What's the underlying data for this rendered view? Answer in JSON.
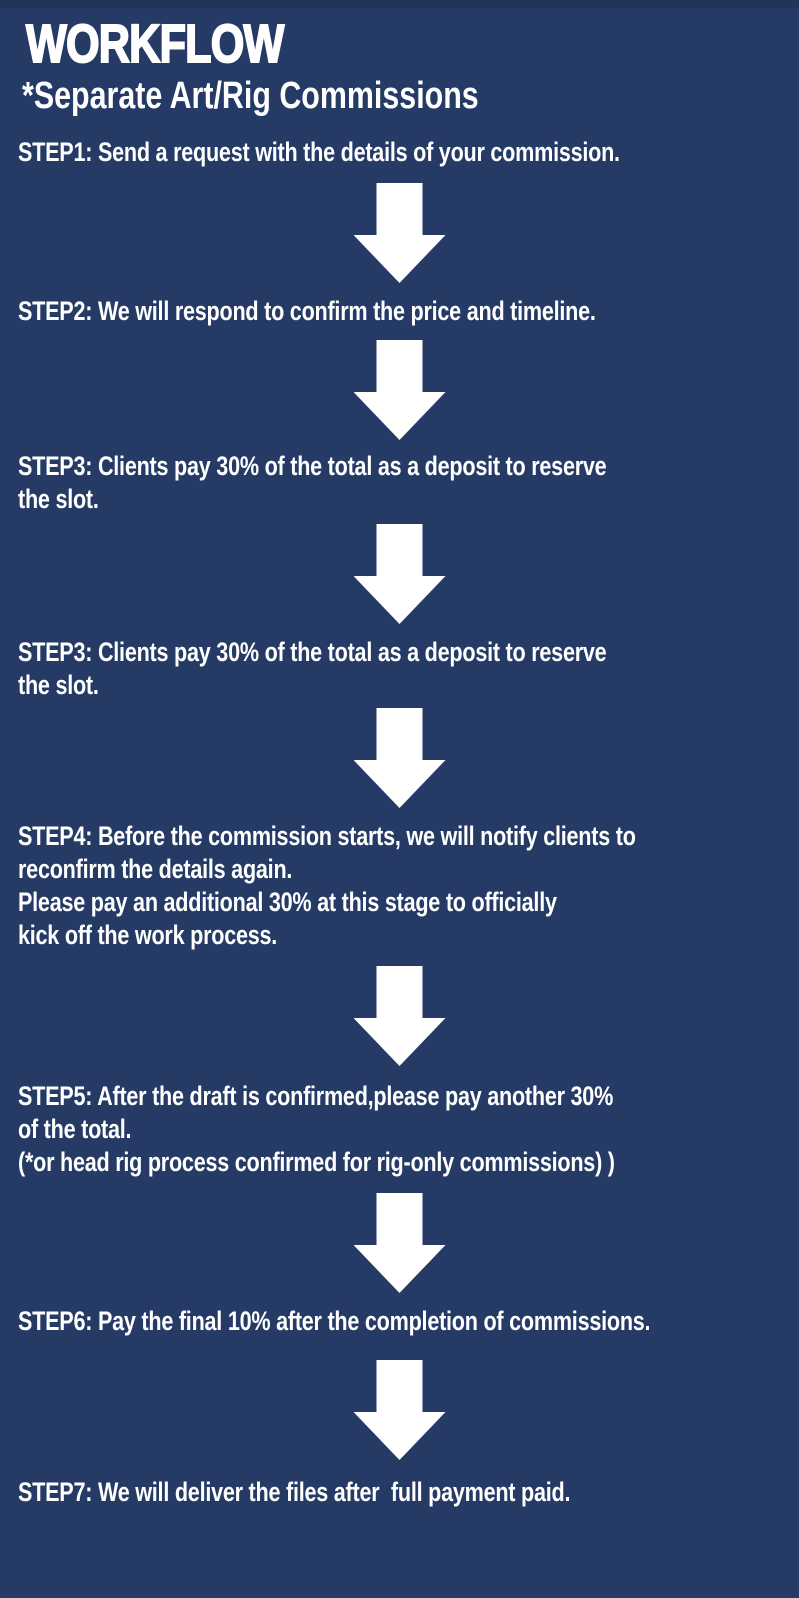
{
  "theme": {
    "background": "#253b66",
    "top_edge": "#21345a",
    "text": "#ffffff",
    "arrow": "#ffffff"
  },
  "header": {
    "title": "WORKFLOW",
    "subtitle": "*Separate Art/Rig Commissions"
  },
  "steps": [
    {
      "id": "step-1",
      "label": "STEP1: Send a request with the details of your commission."
    },
    {
      "id": "step-2",
      "label": "STEP2: We will respond to confirm the price and timeline."
    },
    {
      "id": "step-3",
      "label": "STEP3: Clients pay 30% of the total as a deposit to reserve\nthe slot."
    },
    {
      "id": "step-3-repeat",
      "label": "STEP3: Clients pay 30% of the total as a deposit to reserve\nthe slot."
    },
    {
      "id": "step-4",
      "label": "STEP4: Before the commission starts, we will notify clients to\nreconfirm the details again.\nPlease pay an additional 30% at this stage to officially\nkick off the work process."
    },
    {
      "id": "step-5",
      "label": "STEP5: After the draft is confirmed,please pay another 30%\nof the total.\n(*or head rig process confirmed for rig-only commissions) )"
    },
    {
      "id": "step-6",
      "label": "STEP6: Pay the final 10% after the completion of commissions."
    },
    {
      "id": "step-7",
      "label": "STEP7: We will deliver the files after  full payment paid."
    }
  ]
}
